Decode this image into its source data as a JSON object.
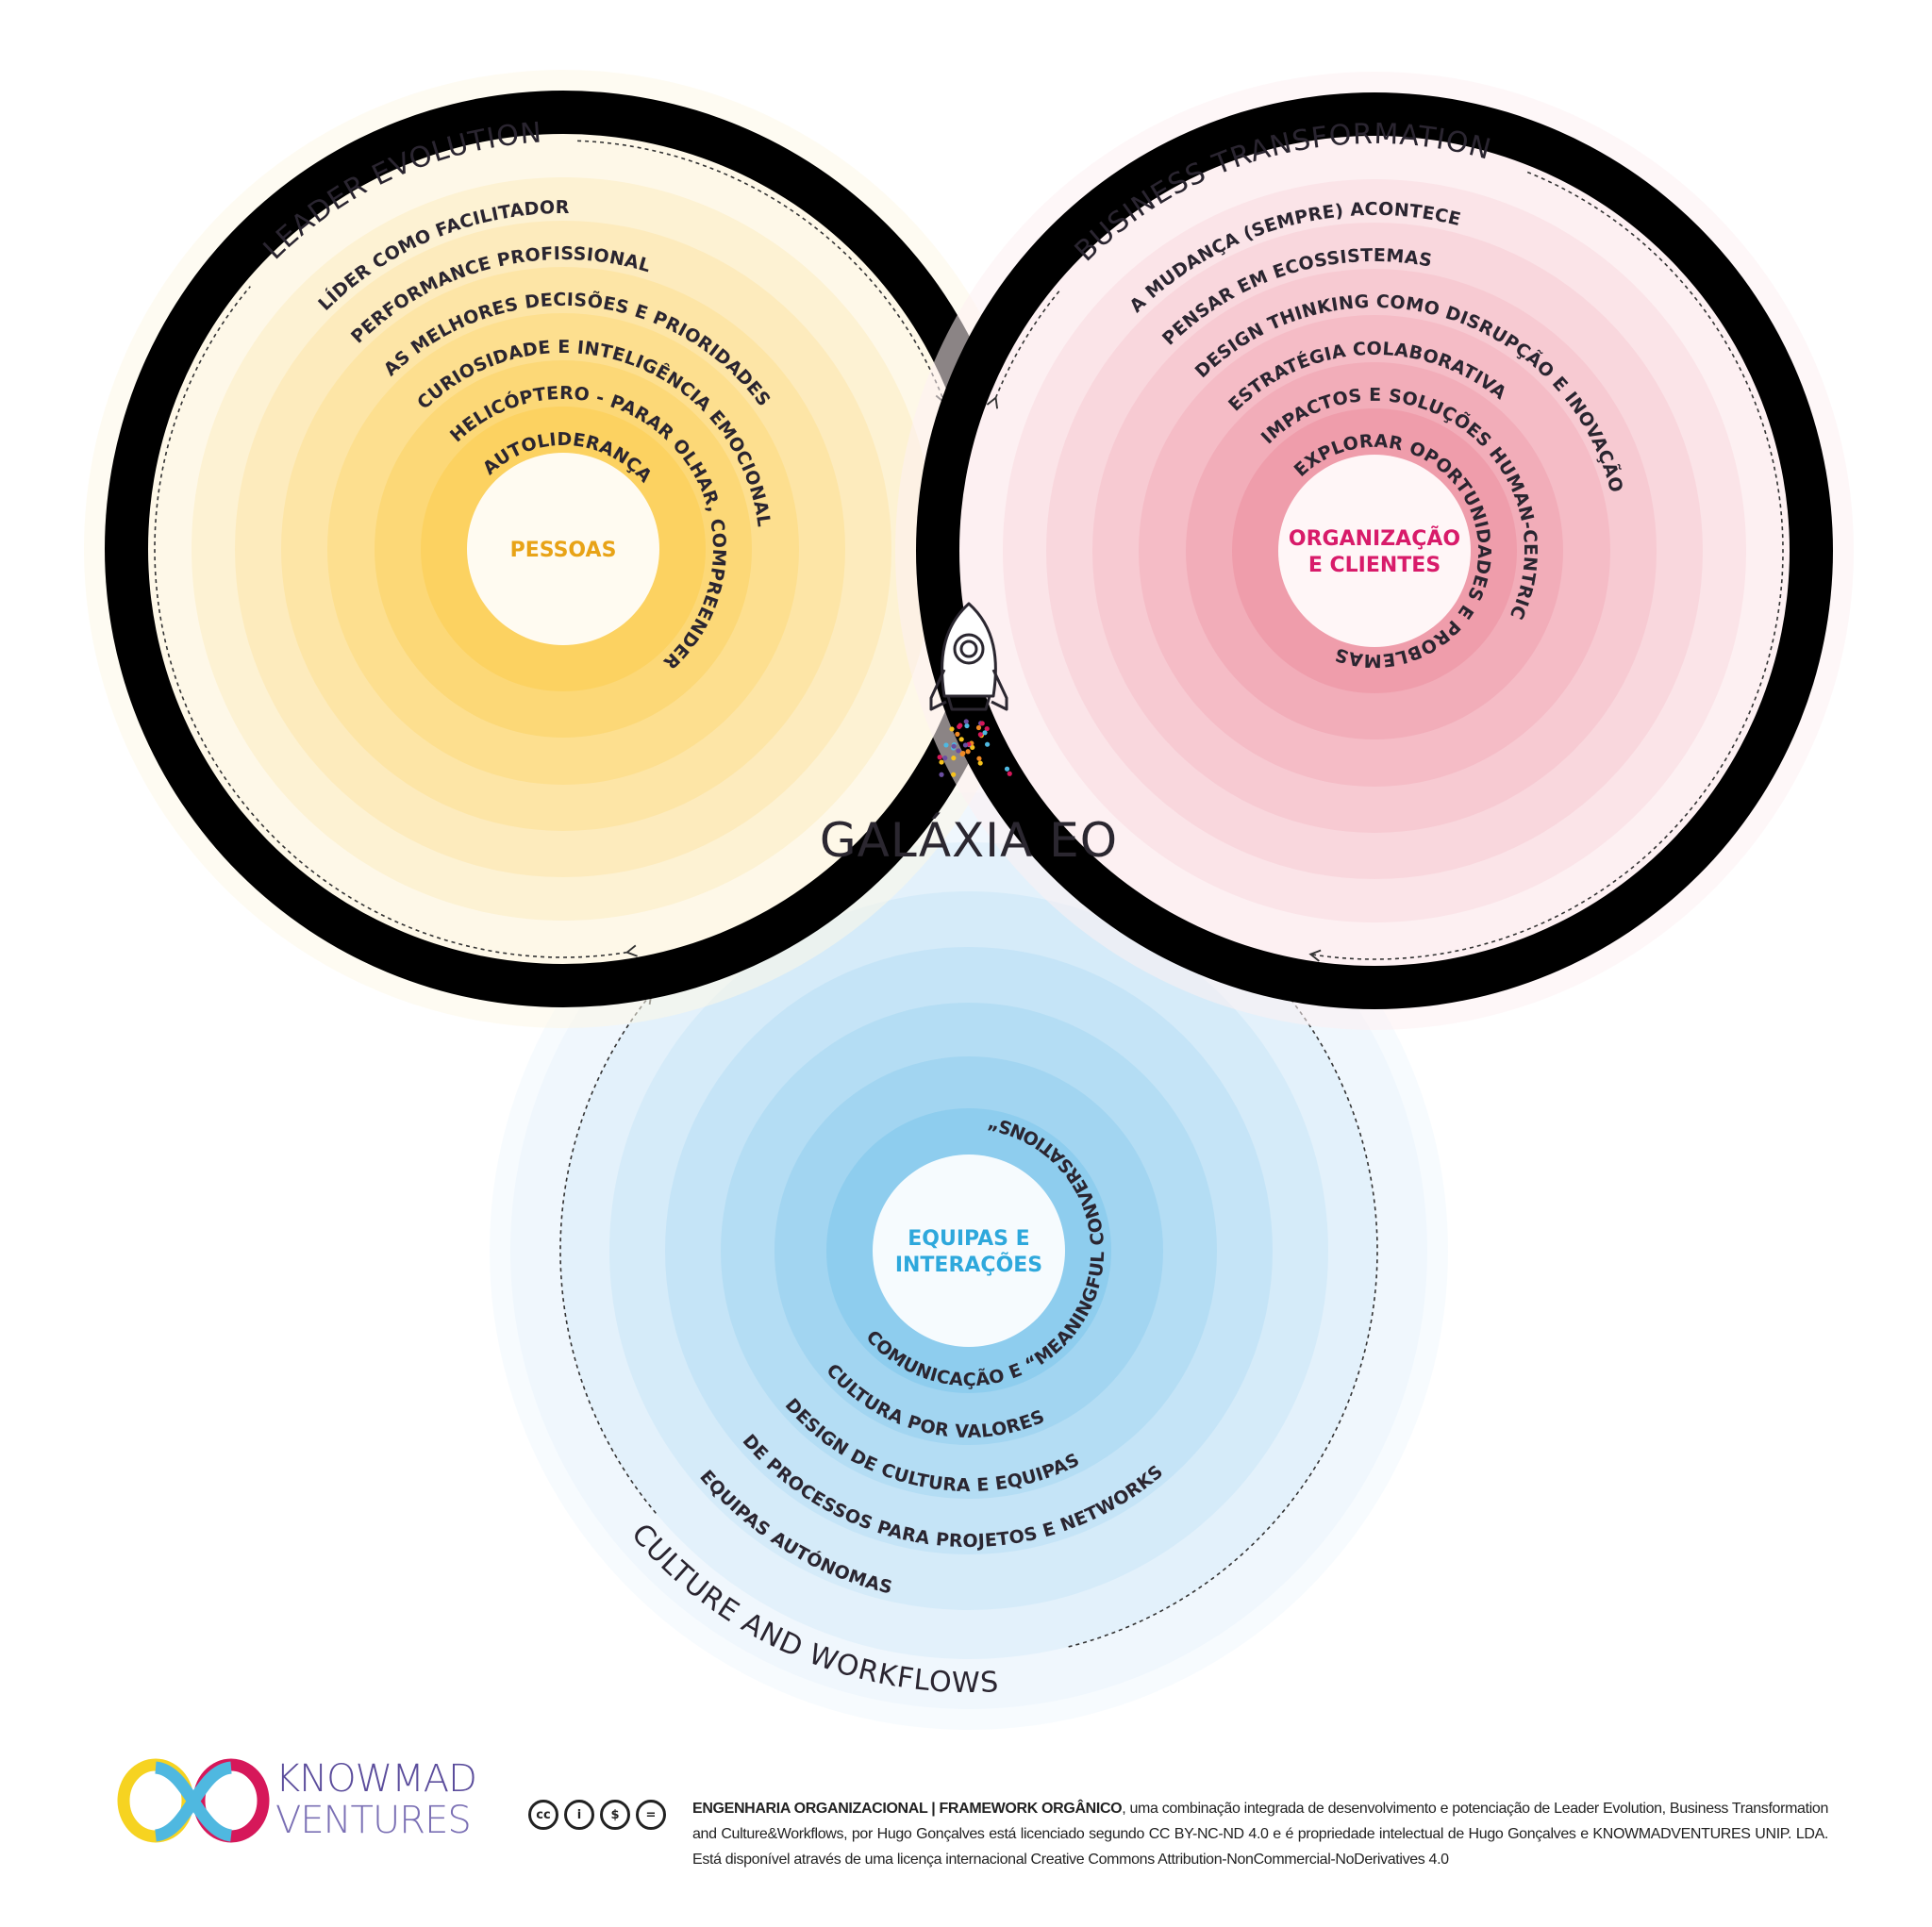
{
  "colors": {
    "yellow_bands": [
      "#fef8e8",
      "#fdf2d3",
      "#fdebbd",
      "#fde5a6",
      "#fddf8f",
      "#fcd877",
      "#fcd261",
      "#fbcb4a"
    ],
    "yellow_center": "#fffbf1",
    "yellow_label": "#e8a317",
    "pink_bands": [
      "#fdf0f2",
      "#fbe4e8",
      "#f9d7dd",
      "#f7cad2",
      "#f5bcc6",
      "#f2adb9",
      "#ef9dab",
      "#eb8b9b"
    ],
    "pink_center": "#fff6f7",
    "pink_label": "#d81b6a",
    "blue_bands": [
      "#f0f7fd",
      "#e3f1fb",
      "#d5ebf9",
      "#c5e4f7",
      "#b4ddf4",
      "#a2d5f1",
      "#8ecdee",
      "#70c3ea"
    ],
    "blue_center": "#f6fbfe",
    "blue_label": "#2ea8dc",
    "brand": "#5b4d9c"
  },
  "circles": {
    "leader": {
      "title": "LEADER EVOLUTION",
      "center_label": [
        "PESSOAS"
      ],
      "rings": [
        "AUTOLIDERANÇA",
        "HELICÓPTERO - PARAR OLHAR, COMPREENDER",
        "CURIOSIDADE E INTELIGÊNCIA EMOCIONAL",
        "AS MELHORES DECISÕES E PRIORIDADES",
        "PERFORMANCE PROFISSIONAL",
        "LÍDER COMO FACILITADOR"
      ]
    },
    "business": {
      "title": "BUSINESS TRANSFORMATION",
      "center_label": [
        "ORGANIZAÇÃO",
        "E CLIENTES"
      ],
      "rings": [
        "EXPLORAR OPORTUNIDADES E PROBLEMAS",
        "IMPACTOS E SOLUÇÕES HUMAN-CENTRIC",
        "ESTRATÉGIA COLABORATIVA",
        "DESIGN THINKING COMO DISRUPÇÃO E INOVAÇÃO",
        "PENSAR EM ECOSSISTEMAS",
        "A MUDANÇA (SEMPRE) ACONTECE"
      ]
    },
    "culture": {
      "title": "CULTURE AND WORKFLOWS",
      "center_label": [
        "EQUIPAS E",
        "INTERAÇÕES"
      ],
      "rings": [
        "COMUNICAÇÃO E “MEANINGFUL CONVERSATIONS“",
        "CULTURA POR VALORES",
        "DESIGN DE CULTURA E EQUIPAS",
        "DE PROCESSOS PARA PROJETOS E NETWORKS",
        "EQUIPAS AUTÓNOMAS"
      ]
    }
  },
  "logo": {
    "title": "GALÁXIA EO"
  },
  "footer": {
    "brand_line1": "KNOWMAD",
    "brand_line2": "VENTURES",
    "cc_icons": [
      "cc",
      "by",
      "nc",
      "nd"
    ],
    "license_bold": "ENGENHARIA ORGANIZACIONAL | FRAMEWORK ORGÂNICO",
    "license_text": ", uma combinação integrada de desenvolvimento e potenciação de Leader Evolution, Business Transformation and Culture&Workflows, por Hugo Gonçalves está licenciado segundo CC BY-NC-ND 4.0 e é propriedade intelectual de Hugo Gonçalves e KNOWMADVENTURES UNIP. LDA. Está disponível através de uma licença internacional Creative Commons Attribution-NonCommercial-NoDerivatives 4.0"
  }
}
